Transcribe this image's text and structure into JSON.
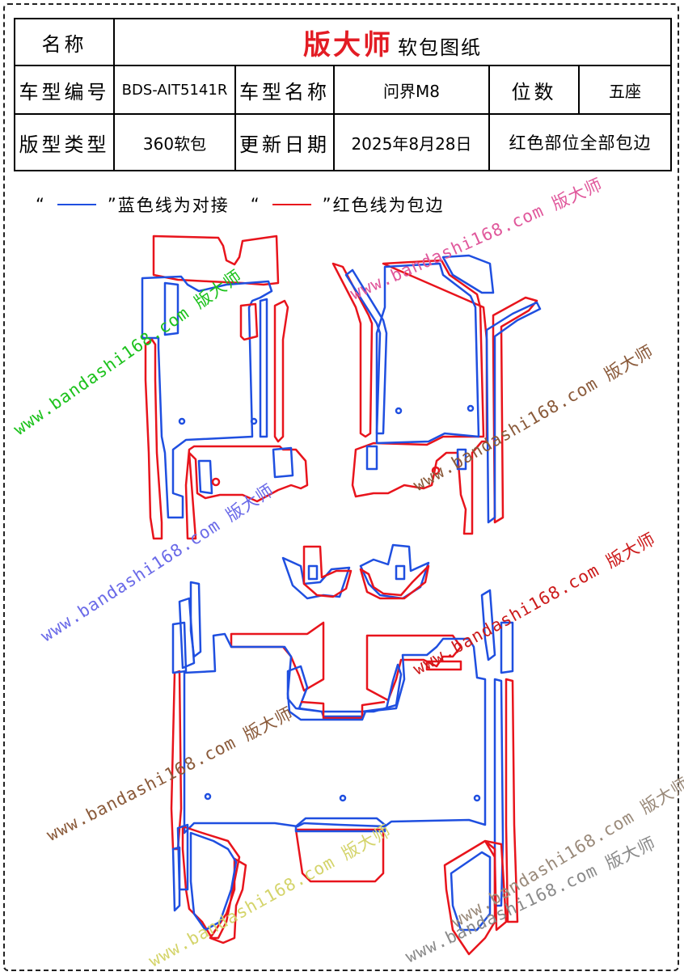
{
  "header": {
    "name_label": "名称",
    "brand": "版大师",
    "subtitle": "软包图纸",
    "model_code_label": "车型编号",
    "model_code": "BDS-AIT5141R",
    "model_name_label": "车型名称",
    "model_name": "问界M8",
    "seats_label": "位数",
    "seats": "五座",
    "pattern_type_label": "版型类型",
    "pattern_type": "360软包",
    "update_date_label": "更新日期",
    "update_date": "2025年8月28日",
    "note": "红色部位全部包边"
  },
  "legend": {
    "blue_open": "“",
    "blue_close": "”",
    "blue_text": "蓝色线为对接",
    "red_open": "“",
    "red_close": "”",
    "red_text": "红色线为包边"
  },
  "watermarks": [
    {
      "text": "www.bandashi168.com 版大师",
      "color": "#1cc21c"
    },
    {
      "text": "www.bandashi168.com 版大师",
      "color": "#e0579b"
    },
    {
      "text": "www.bandashi168.com 版大师",
      "color": "#8a5a3a"
    },
    {
      "text": "www.bandashi168.com 版大师",
      "color": "#6a6ae8"
    },
    {
      "text": "www.bandashi168.com 版大师",
      "color": "#cc1a1a"
    },
    {
      "text": "www.bandashi168.com 版大师",
      "color": "#8a8a8a"
    },
    {
      "text": "www.bandashi168.com 版大师",
      "color": "#d4d46a"
    },
    {
      "text": "www.bandashi168.com 版大师",
      "color": "#8a5a3a"
    },
    {
      "text": "www.bandashi168.com 版大师",
      "color": "#9a8a7a"
    }
  ],
  "colors": {
    "brand": "#e31c24",
    "butt_joint_line": "#1f4fe0",
    "edge_binding_line": "#e8141c"
  }
}
